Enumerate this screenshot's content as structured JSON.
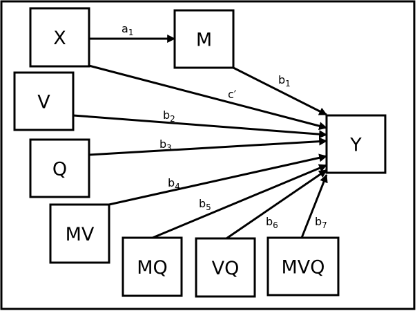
{
  "diagram": {
    "type": "path-diagram",
    "nodes": [
      {
        "id": "X",
        "label": "X"
      },
      {
        "id": "M",
        "label": "M"
      },
      {
        "id": "V",
        "label": "V"
      },
      {
        "id": "Q",
        "label": "Q"
      },
      {
        "id": "MV",
        "label": "MV"
      },
      {
        "id": "MQ",
        "label": "MQ"
      },
      {
        "id": "VQ",
        "label": "VQ"
      },
      {
        "id": "MVQ",
        "label": "MVQ"
      },
      {
        "id": "Y",
        "label": "Y"
      }
    ],
    "edges": [
      {
        "from": "X",
        "to": "M",
        "label": "a",
        "subscript": "1"
      },
      {
        "from": "M",
        "to": "Y",
        "label": "b",
        "subscript": "1"
      },
      {
        "from": "X",
        "to": "Y",
        "label": "c′",
        "subscript": ""
      },
      {
        "from": "V",
        "to": "Y",
        "label": "b",
        "subscript": "2"
      },
      {
        "from": "Q",
        "to": "Y",
        "label": "b",
        "subscript": "3"
      },
      {
        "from": "MV",
        "to": "Y",
        "label": "b",
        "subscript": "4"
      },
      {
        "from": "MQ",
        "to": "Y",
        "label": "b",
        "subscript": "5"
      },
      {
        "from": "VQ",
        "to": "Y",
        "label": "b",
        "subscript": "6"
      },
      {
        "from": "MVQ",
        "to": "Y",
        "label": "b",
        "subscript": "7"
      }
    ]
  }
}
